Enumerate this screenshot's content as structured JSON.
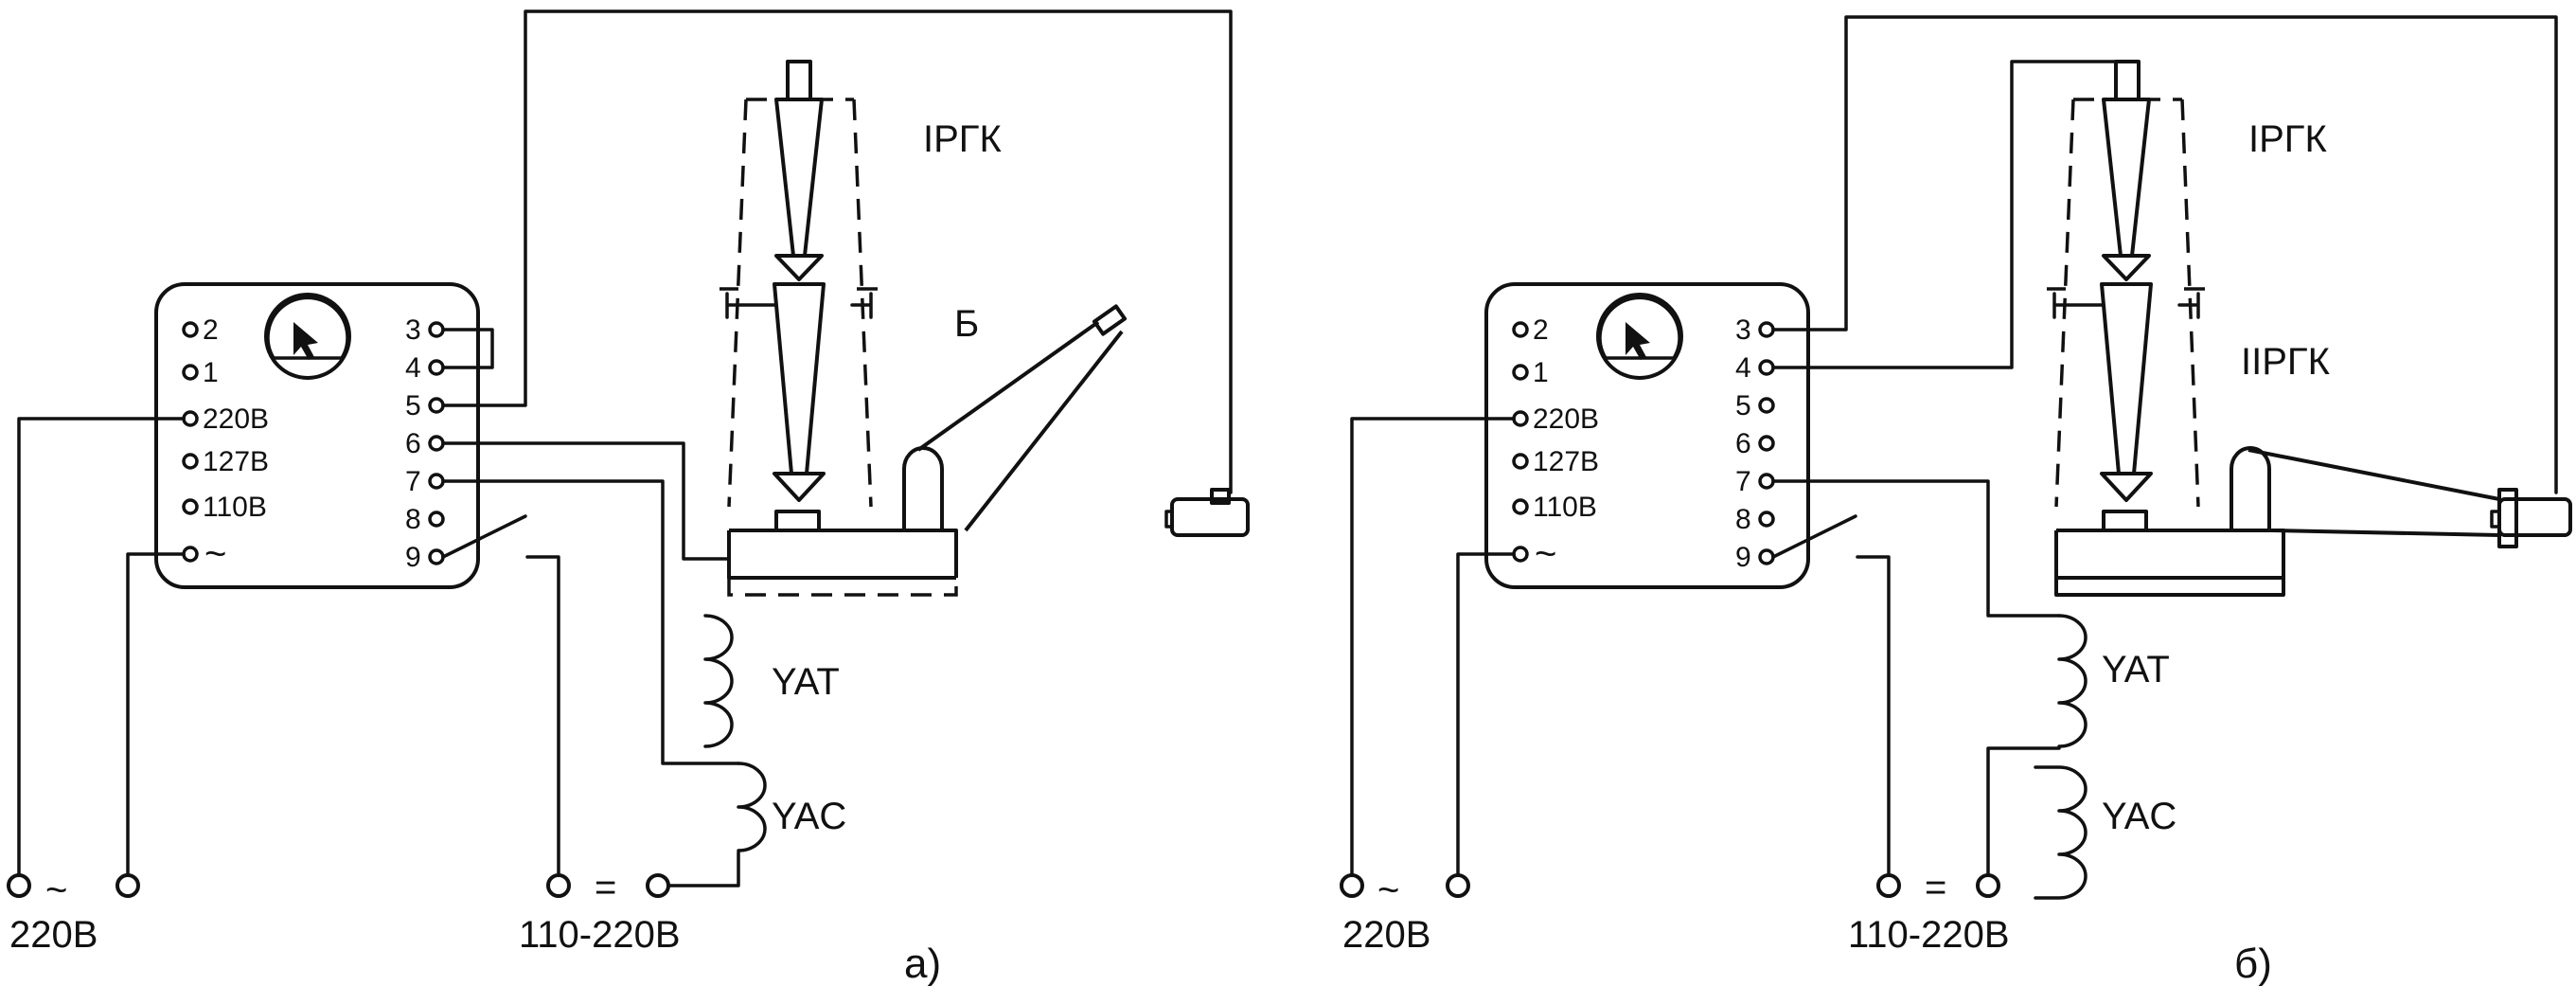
{
  "panel_a": {
    "device_terminals_left": [
      "2",
      "1",
      "220В",
      "127В",
      "110В",
      "~"
    ],
    "device_terminals_right": [
      "3",
      "4",
      "5",
      "6",
      "7",
      "8",
      "9"
    ],
    "labels": {
      "top_device": "IРГК",
      "lower_device": "Б",
      "coil_trip": "YAT",
      "coil_close": "YAC"
    },
    "supply_ac": {
      "symbol": "~",
      "label": "220В"
    },
    "supply_dc": {
      "symbol": "=",
      "label": "110-220В"
    },
    "caption": "а)"
  },
  "panel_b": {
    "device_terminals_left": [
      "2",
      "1",
      "220В",
      "127В",
      "110В",
      "~"
    ],
    "device_terminals_right": [
      "3",
      "4",
      "5",
      "6",
      "7",
      "8",
      "9"
    ],
    "labels": {
      "top_device": "IРГК",
      "lower_device": "IIРГК",
      "coil_trip": "YAT",
      "coil_close": "YAC"
    },
    "supply_ac": {
      "symbol": "~",
      "label": "220В"
    },
    "supply_dc": {
      "symbol": "=",
      "label": "110-220В"
    },
    "caption": "б)"
  }
}
